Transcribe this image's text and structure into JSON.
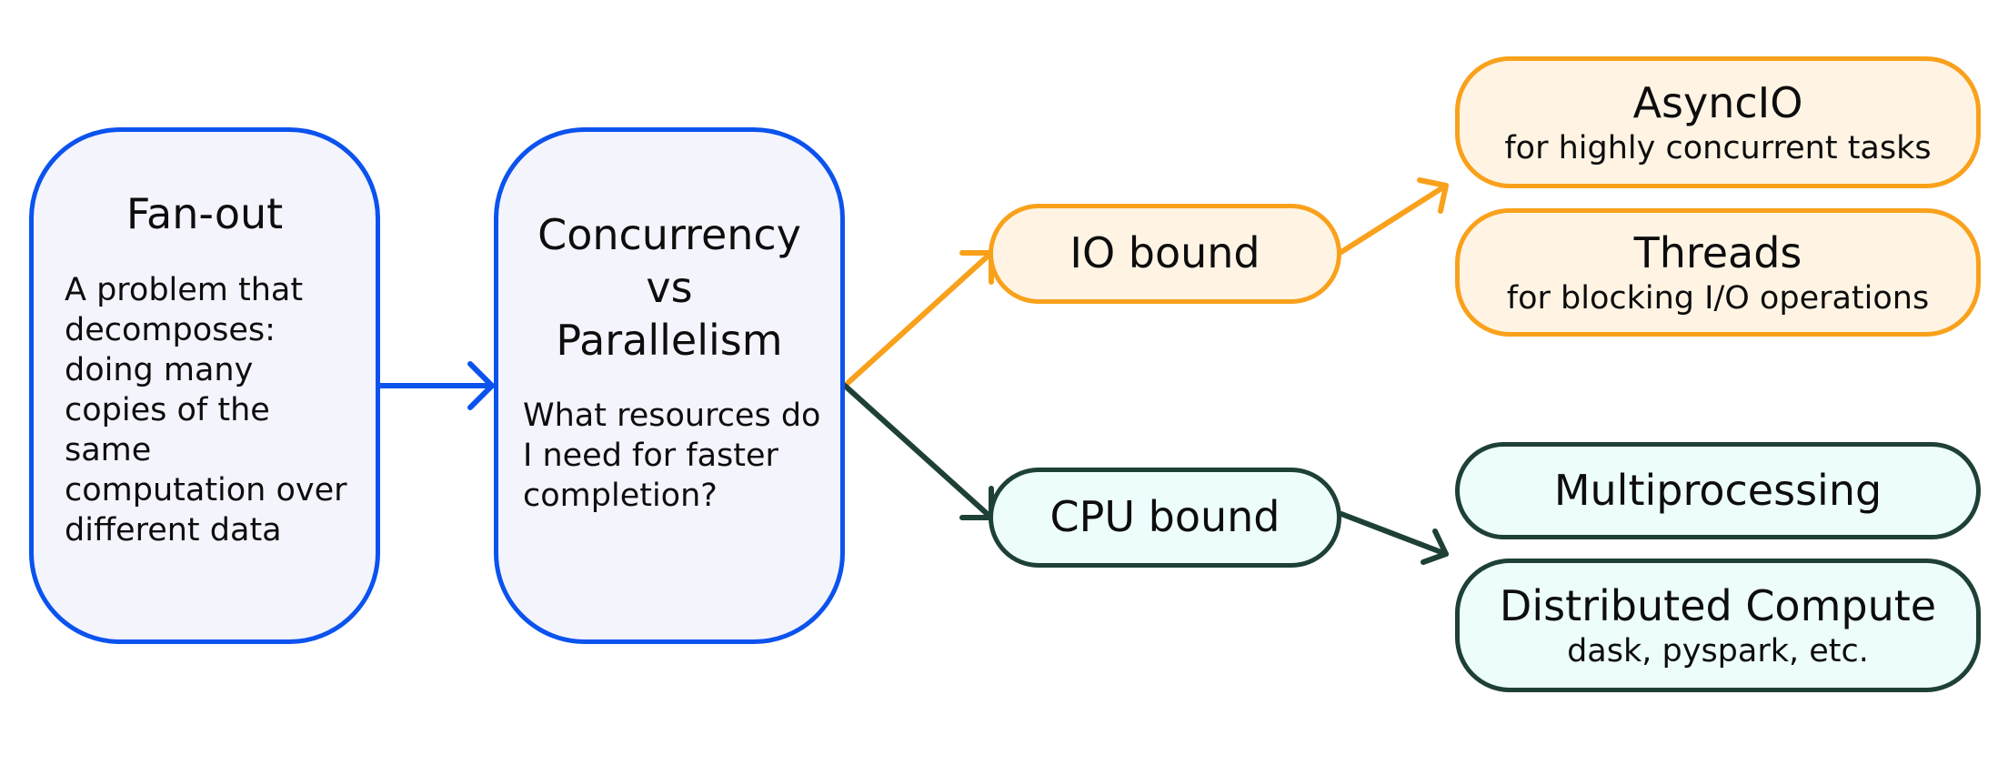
{
  "colors": {
    "blue": "#0b53ee",
    "orange": "#f9a11b",
    "green": "#1e4037"
  },
  "nodes": {
    "fanout": {
      "title": "Fan-out",
      "description_lines": [
        "A problem that",
        "decomposes:",
        "doing many",
        "copies of the",
        "same",
        "computation over",
        "different data"
      ]
    },
    "concurrency": {
      "title_lines": [
        "Concurrency",
        "vs",
        "Parallelism"
      ],
      "description_lines": [
        "What resources do",
        "I need for faster",
        "completion?"
      ]
    },
    "io_bound": {
      "title": "IO bound"
    },
    "cpu_bound": {
      "title": "CPU bound"
    },
    "asyncio": {
      "title": "AsyncIO",
      "subtitle": "for highly concurrent tasks"
    },
    "threads": {
      "title": "Threads",
      "subtitle": "for blocking I/O operations"
    },
    "multiprocessing": {
      "title": "Multiprocessing"
    },
    "distributed": {
      "title": "Distributed Compute",
      "subtitle": "dask, pyspark, etc."
    }
  },
  "edges": [
    {
      "from": "fanout",
      "to": "concurrency",
      "color": "blue"
    },
    {
      "from": "concurrency",
      "to": "io_bound",
      "color": "orange"
    },
    {
      "from": "concurrency",
      "to": "cpu_bound",
      "color": "green"
    },
    {
      "from": "io_bound",
      "to": "asyncio_threads",
      "color": "orange"
    },
    {
      "from": "cpu_bound",
      "to": "multiprocessing_distributed",
      "color": "green"
    }
  ]
}
